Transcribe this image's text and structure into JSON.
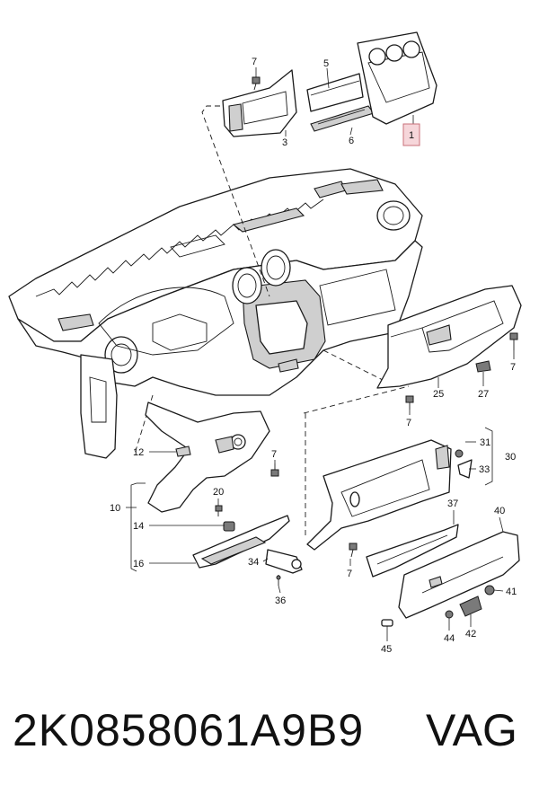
{
  "callouts": [
    {
      "id": "c7a",
      "text": "7"
    },
    {
      "id": "c5",
      "text": "5"
    },
    {
      "id": "c3",
      "text": "3"
    },
    {
      "id": "c6",
      "text": "6"
    },
    {
      "id": "c1",
      "text": "1"
    },
    {
      "id": "c7b",
      "text": "7"
    },
    {
      "id": "c25",
      "text": "25"
    },
    {
      "id": "c27",
      "text": "27"
    },
    {
      "id": "c7c",
      "text": "7"
    },
    {
      "id": "c12",
      "text": "12"
    },
    {
      "id": "c7d",
      "text": "7"
    },
    {
      "id": "c31",
      "text": "31"
    },
    {
      "id": "c30",
      "text": "30"
    },
    {
      "id": "c33",
      "text": "33"
    },
    {
      "id": "c10",
      "text": "10"
    },
    {
      "id": "c20",
      "text": "20"
    },
    {
      "id": "c14",
      "text": "14"
    },
    {
      "id": "c37",
      "text": "37"
    },
    {
      "id": "c40",
      "text": "40"
    },
    {
      "id": "c16",
      "text": "16"
    },
    {
      "id": "c34",
      "text": "34"
    },
    {
      "id": "c7e",
      "text": "7"
    },
    {
      "id": "c36",
      "text": "36"
    },
    {
      "id": "c41",
      "text": "41"
    },
    {
      "id": "c44",
      "text": "44"
    },
    {
      "id": "c42",
      "text": "42"
    },
    {
      "id": "c45",
      "text": "45"
    }
  ],
  "highlighted_callout": "1",
  "footer": {
    "part_number": "2K0858061A9B9",
    "brand": "VAG"
  },
  "colors": {
    "highlight_fill": "#f6d6da",
    "highlight_stroke": "#c9707a",
    "line": "#1a1a1a"
  }
}
